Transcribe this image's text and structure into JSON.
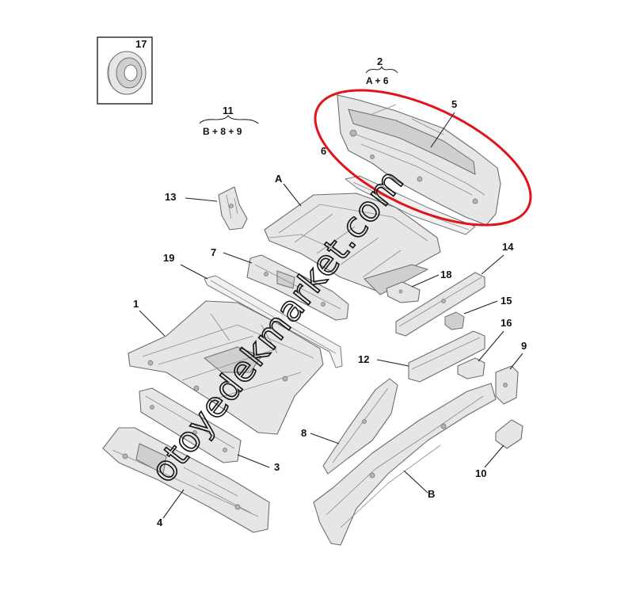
{
  "diagram": {
    "callouts": [
      {
        "id": "17",
        "label": "17"
      },
      {
        "id": "2",
        "label": "2",
        "sub": "A + 6"
      },
      {
        "id": "11",
        "label": "11",
        "sub": "B + 8 + 9"
      },
      {
        "id": "5",
        "label": "5"
      },
      {
        "id": "6",
        "label": "6"
      },
      {
        "id": "A",
        "label": "A"
      },
      {
        "id": "13",
        "label": "13"
      },
      {
        "id": "7",
        "label": "7"
      },
      {
        "id": "19",
        "label": "19"
      },
      {
        "id": "14",
        "label": "14"
      },
      {
        "id": "18",
        "label": "18"
      },
      {
        "id": "15",
        "label": "15"
      },
      {
        "id": "16",
        "label": "16"
      },
      {
        "id": "1",
        "label": "1"
      },
      {
        "id": "12",
        "label": "12"
      },
      {
        "id": "9",
        "label": "9"
      },
      {
        "id": "8",
        "label": "8"
      },
      {
        "id": "3",
        "label": "3"
      },
      {
        "id": "B",
        "label": "B"
      },
      {
        "id": "10",
        "label": "10"
      },
      {
        "id": "4",
        "label": "4"
      }
    ],
    "watermark": "otoyedekmarket.com",
    "highlight_color": "#e1141b"
  }
}
